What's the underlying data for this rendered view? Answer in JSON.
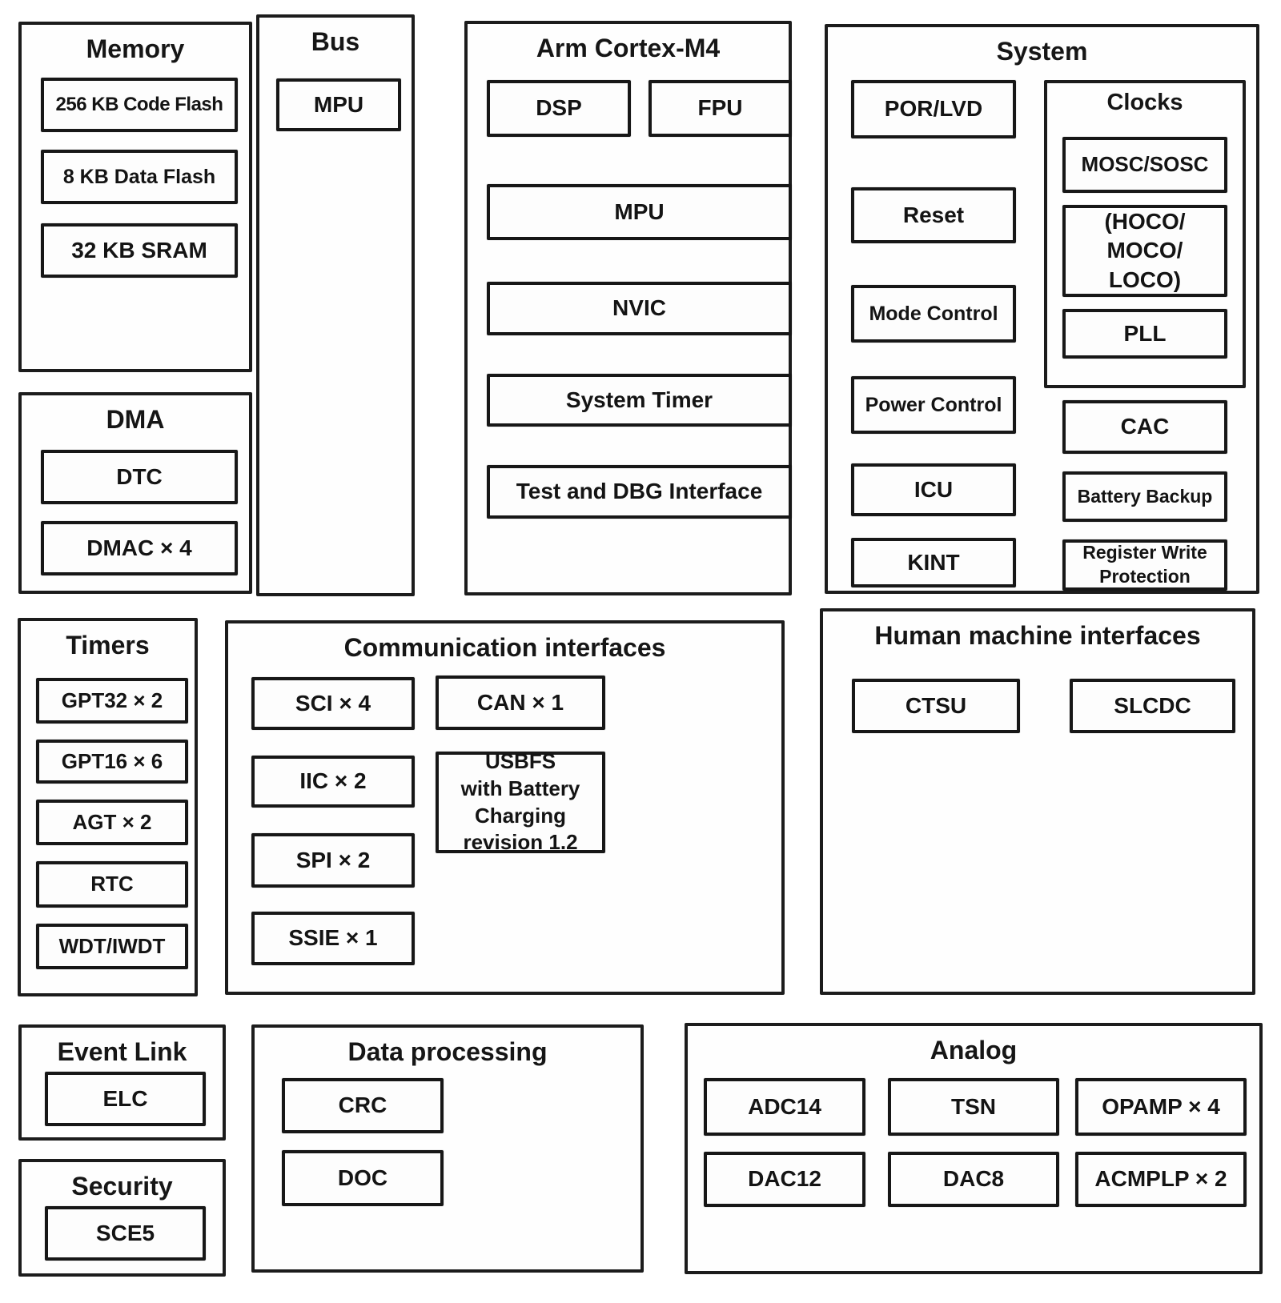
{
  "colors": {
    "ink": "#1c1c1c",
    "paper": "#ffffff",
    "box_fill": "#fdfdfd"
  },
  "panels": {
    "memory": {
      "title": "Memory",
      "blocks": {
        "code_flash": "256 KB Code Flash",
        "data_flash": "8 KB Data Flash",
        "sram": "32 KB SRAM"
      }
    },
    "dma": {
      "title": "DMA",
      "blocks": {
        "dtc": "DTC",
        "dmac": "DMAC × 4"
      }
    },
    "bus": {
      "title": "Bus",
      "blocks": {
        "mpu": "MPU"
      }
    },
    "cortex": {
      "title": "Arm Cortex-M4",
      "blocks": {
        "dsp": "DSP",
        "fpu": "FPU",
        "mpu": "MPU",
        "nvic": "NVIC",
        "system_timer": "System Timer",
        "test_dbg": "Test and DBG Interface"
      }
    },
    "system": {
      "title": "System",
      "blocks": {
        "por_lvd": "POR/LVD",
        "reset": "Reset",
        "mode_control": "Mode Control",
        "power_control": "Power Control",
        "icu": "ICU",
        "kint": "KINT",
        "cac": "CAC",
        "battery_backup": "Battery Backup",
        "reg_write_prot": "Register Write\nProtection"
      },
      "clocks": {
        "title": "Clocks",
        "blocks": {
          "mosc_sosc": "MOSC/SOSC",
          "hoco_moco_loco": "(HOCO/\nMOCO/\nLOCO)",
          "pll": "PLL"
        }
      }
    },
    "timers": {
      "title": "Timers",
      "blocks": {
        "gpt32": "GPT32 × 2",
        "gpt16": "GPT16 × 6",
        "agt": "AGT × 2",
        "rtc": "RTC",
        "wdt": "WDT/IWDT"
      }
    },
    "comm": {
      "title": "Communication interfaces",
      "blocks": {
        "sci": "SCI × 4",
        "can": "CAN × 1",
        "iic": "IIC × 2",
        "usbfs": "USBFS\nwith Battery\nCharging\nrevision 1.2",
        "spi": "SPI × 2",
        "ssie": "SSIE × 1"
      }
    },
    "hmi": {
      "title": "Human machine interfaces",
      "blocks": {
        "ctsu": "CTSU",
        "slcdc": "SLCDC"
      }
    },
    "event_link": {
      "title": "Event Link",
      "blocks": {
        "elc": "ELC"
      }
    },
    "security": {
      "title": "Security",
      "blocks": {
        "sce5": "SCE5"
      }
    },
    "data_processing": {
      "title": "Data processing",
      "blocks": {
        "crc": "CRC",
        "doc": "DOC"
      }
    },
    "analog": {
      "title": "Analog",
      "blocks": {
        "adc14": "ADC14",
        "tsn": "TSN",
        "opamp": "OPAMP × 4",
        "dac12": "DAC12",
        "dac8": "DAC8",
        "acmplp": "ACMPLP × 2"
      }
    }
  }
}
